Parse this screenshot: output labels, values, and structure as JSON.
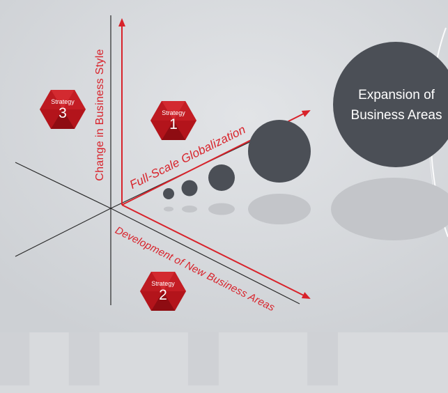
{
  "axes": {
    "vertical_label": "Change in Business Style",
    "diagonal_up_label": "Full-Scale Globalization",
    "diagonal_down_label": "Development of New Business Areas"
  },
  "strategies": [
    {
      "word": "Strategy",
      "number": "3"
    },
    {
      "word": "Strategy",
      "number": "1"
    },
    {
      "word": "Strategy",
      "number": "2"
    }
  ],
  "big_circle": {
    "line1": "Expansion of",
    "line2": "Business Areas"
  },
  "colors": {
    "background": "#d8dadd",
    "accent_red": "#d8222a",
    "circle_dark": "#4b4f56",
    "badge_red": "#b3141b"
  }
}
